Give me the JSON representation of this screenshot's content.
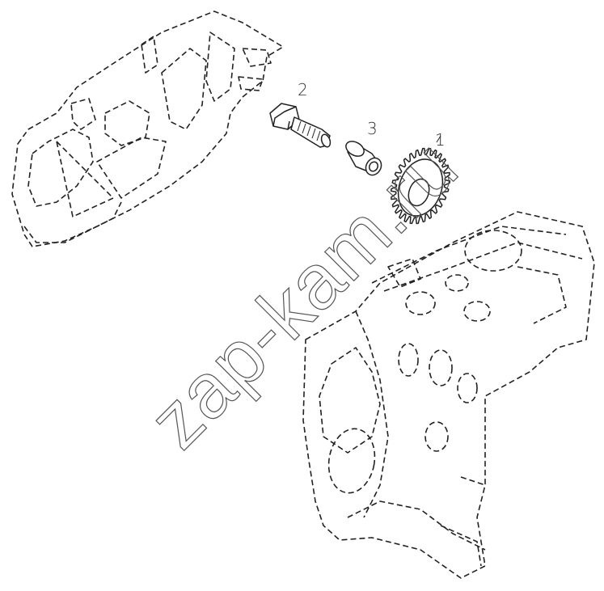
{
  "callouts": {
    "gear": "1",
    "bolt": "2",
    "bushing": "3"
  },
  "watermark": "zap-kam.ru",
  "colors": {
    "line": "#222222",
    "background": "#ffffff"
  }
}
